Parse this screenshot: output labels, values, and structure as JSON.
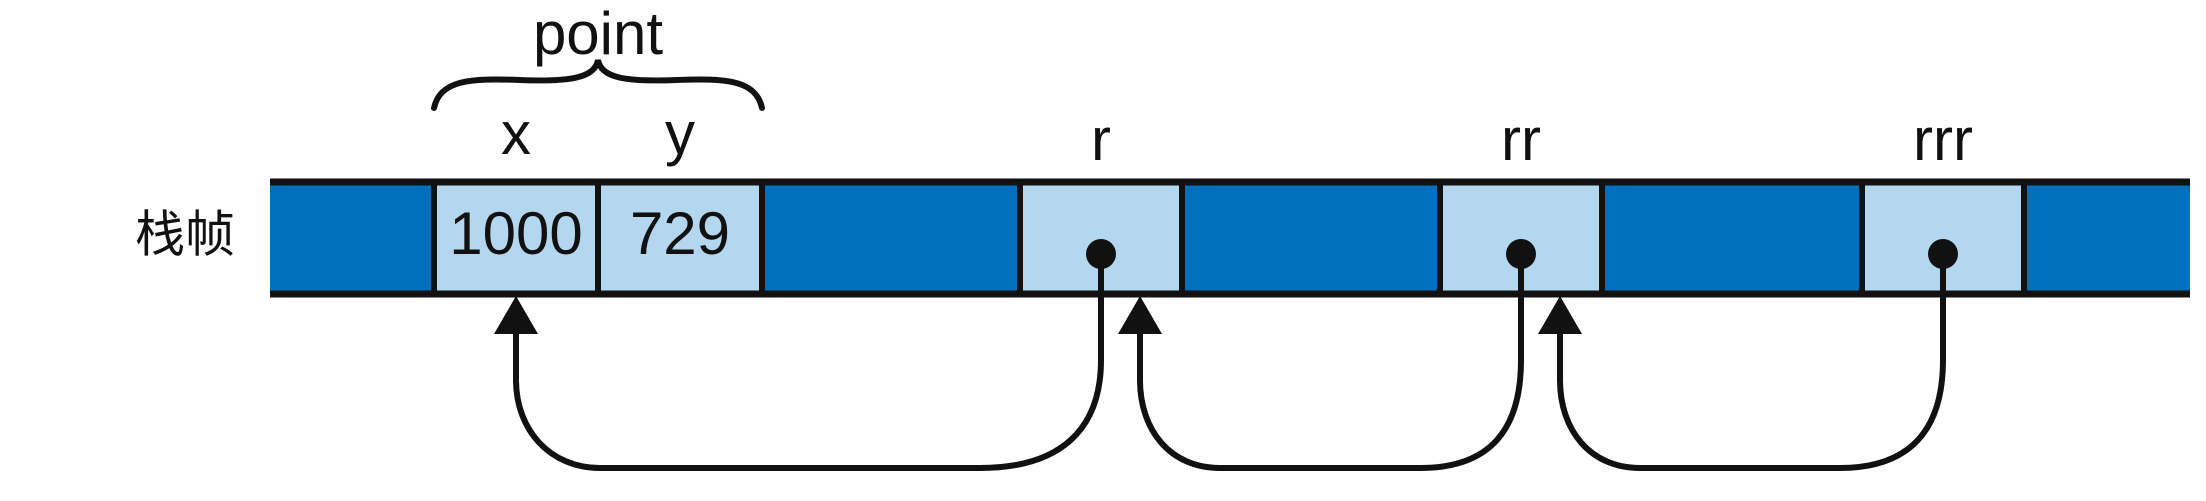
{
  "row_label": "栈帧",
  "group_label": "point",
  "field_labels": {
    "x": "x",
    "y": "y"
  },
  "cells": {
    "x_value": "1000",
    "y_value": "729"
  },
  "ref_labels": {
    "r": "r",
    "rr": "rr",
    "rrr": "rrr"
  },
  "colors": {
    "stack_fill": "#0070BD",
    "cell_fill": "#B3D7EE",
    "stroke": "#111111",
    "background": "#FFFFFF"
  }
}
